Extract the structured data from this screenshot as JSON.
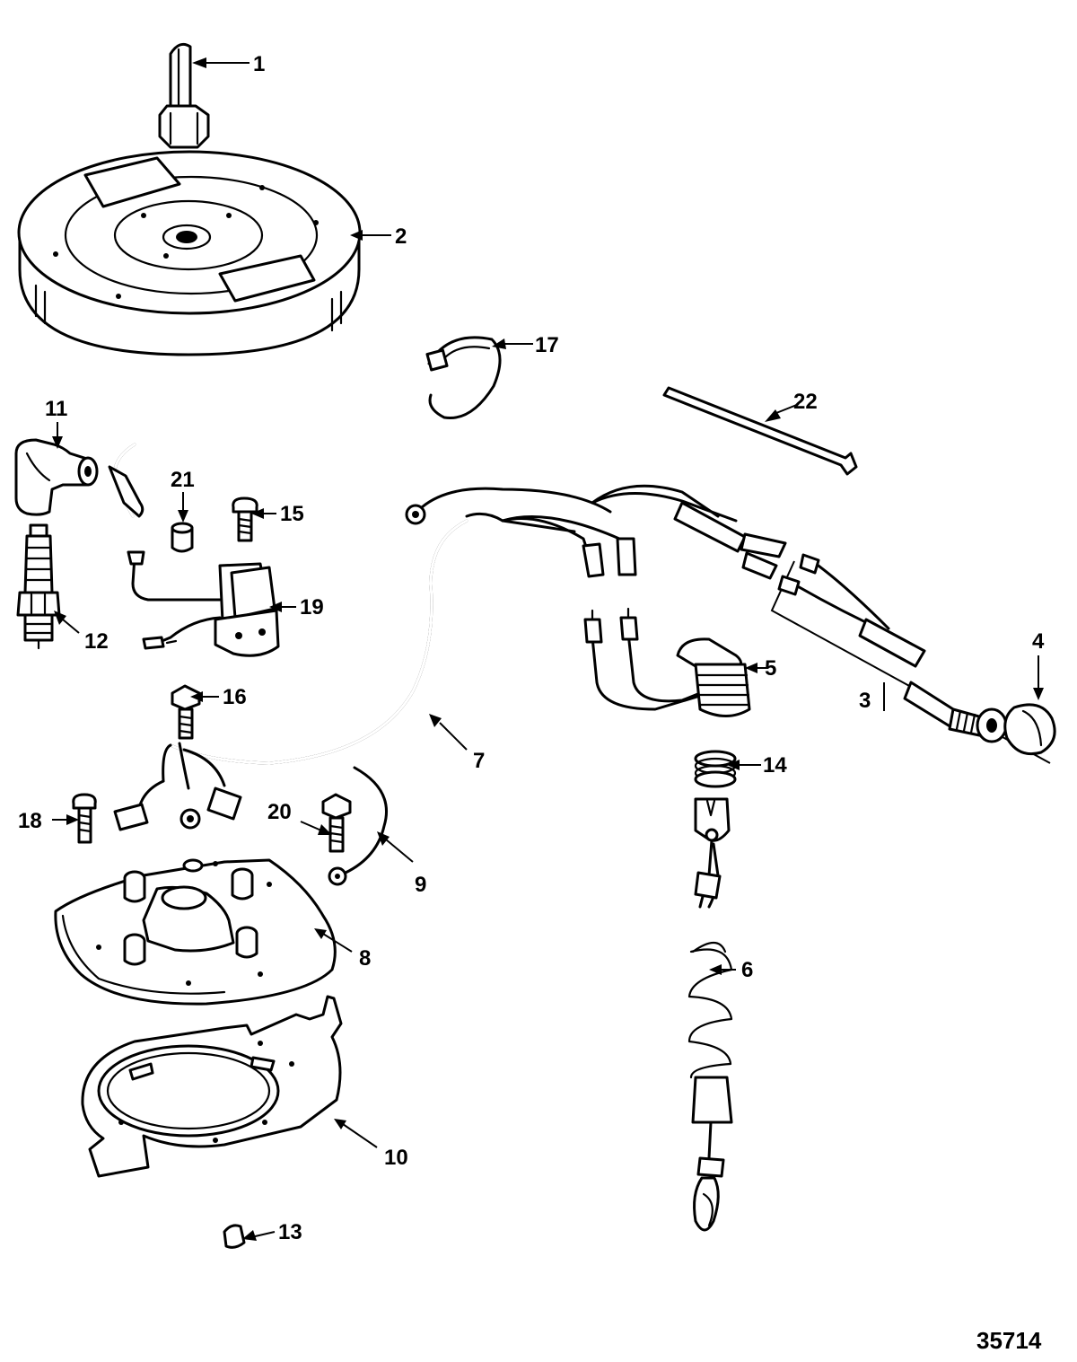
{
  "callouts": [
    {
      "id": "1",
      "label": "1"
    },
    {
      "id": "2",
      "label": "2"
    },
    {
      "id": "3",
      "label": "3"
    },
    {
      "id": "4",
      "label": "4"
    },
    {
      "id": "5",
      "label": "5"
    },
    {
      "id": "6",
      "label": "6"
    },
    {
      "id": "7",
      "label": "7"
    },
    {
      "id": "8",
      "label": "8"
    },
    {
      "id": "9",
      "label": "9"
    },
    {
      "id": "10",
      "label": "10"
    },
    {
      "id": "11",
      "label": "11"
    },
    {
      "id": "12",
      "label": "12"
    },
    {
      "id": "13",
      "label": "13"
    },
    {
      "id": "14",
      "label": "14"
    },
    {
      "id": "15",
      "label": "15"
    },
    {
      "id": "16",
      "label": "16"
    },
    {
      "id": "17",
      "label": "17"
    },
    {
      "id": "18",
      "label": "18"
    },
    {
      "id": "19",
      "label": "19"
    },
    {
      "id": "20",
      "label": "20"
    },
    {
      "id": "21",
      "label": "21"
    },
    {
      "id": "22",
      "label": "22"
    }
  ],
  "figure_number": "35714"
}
